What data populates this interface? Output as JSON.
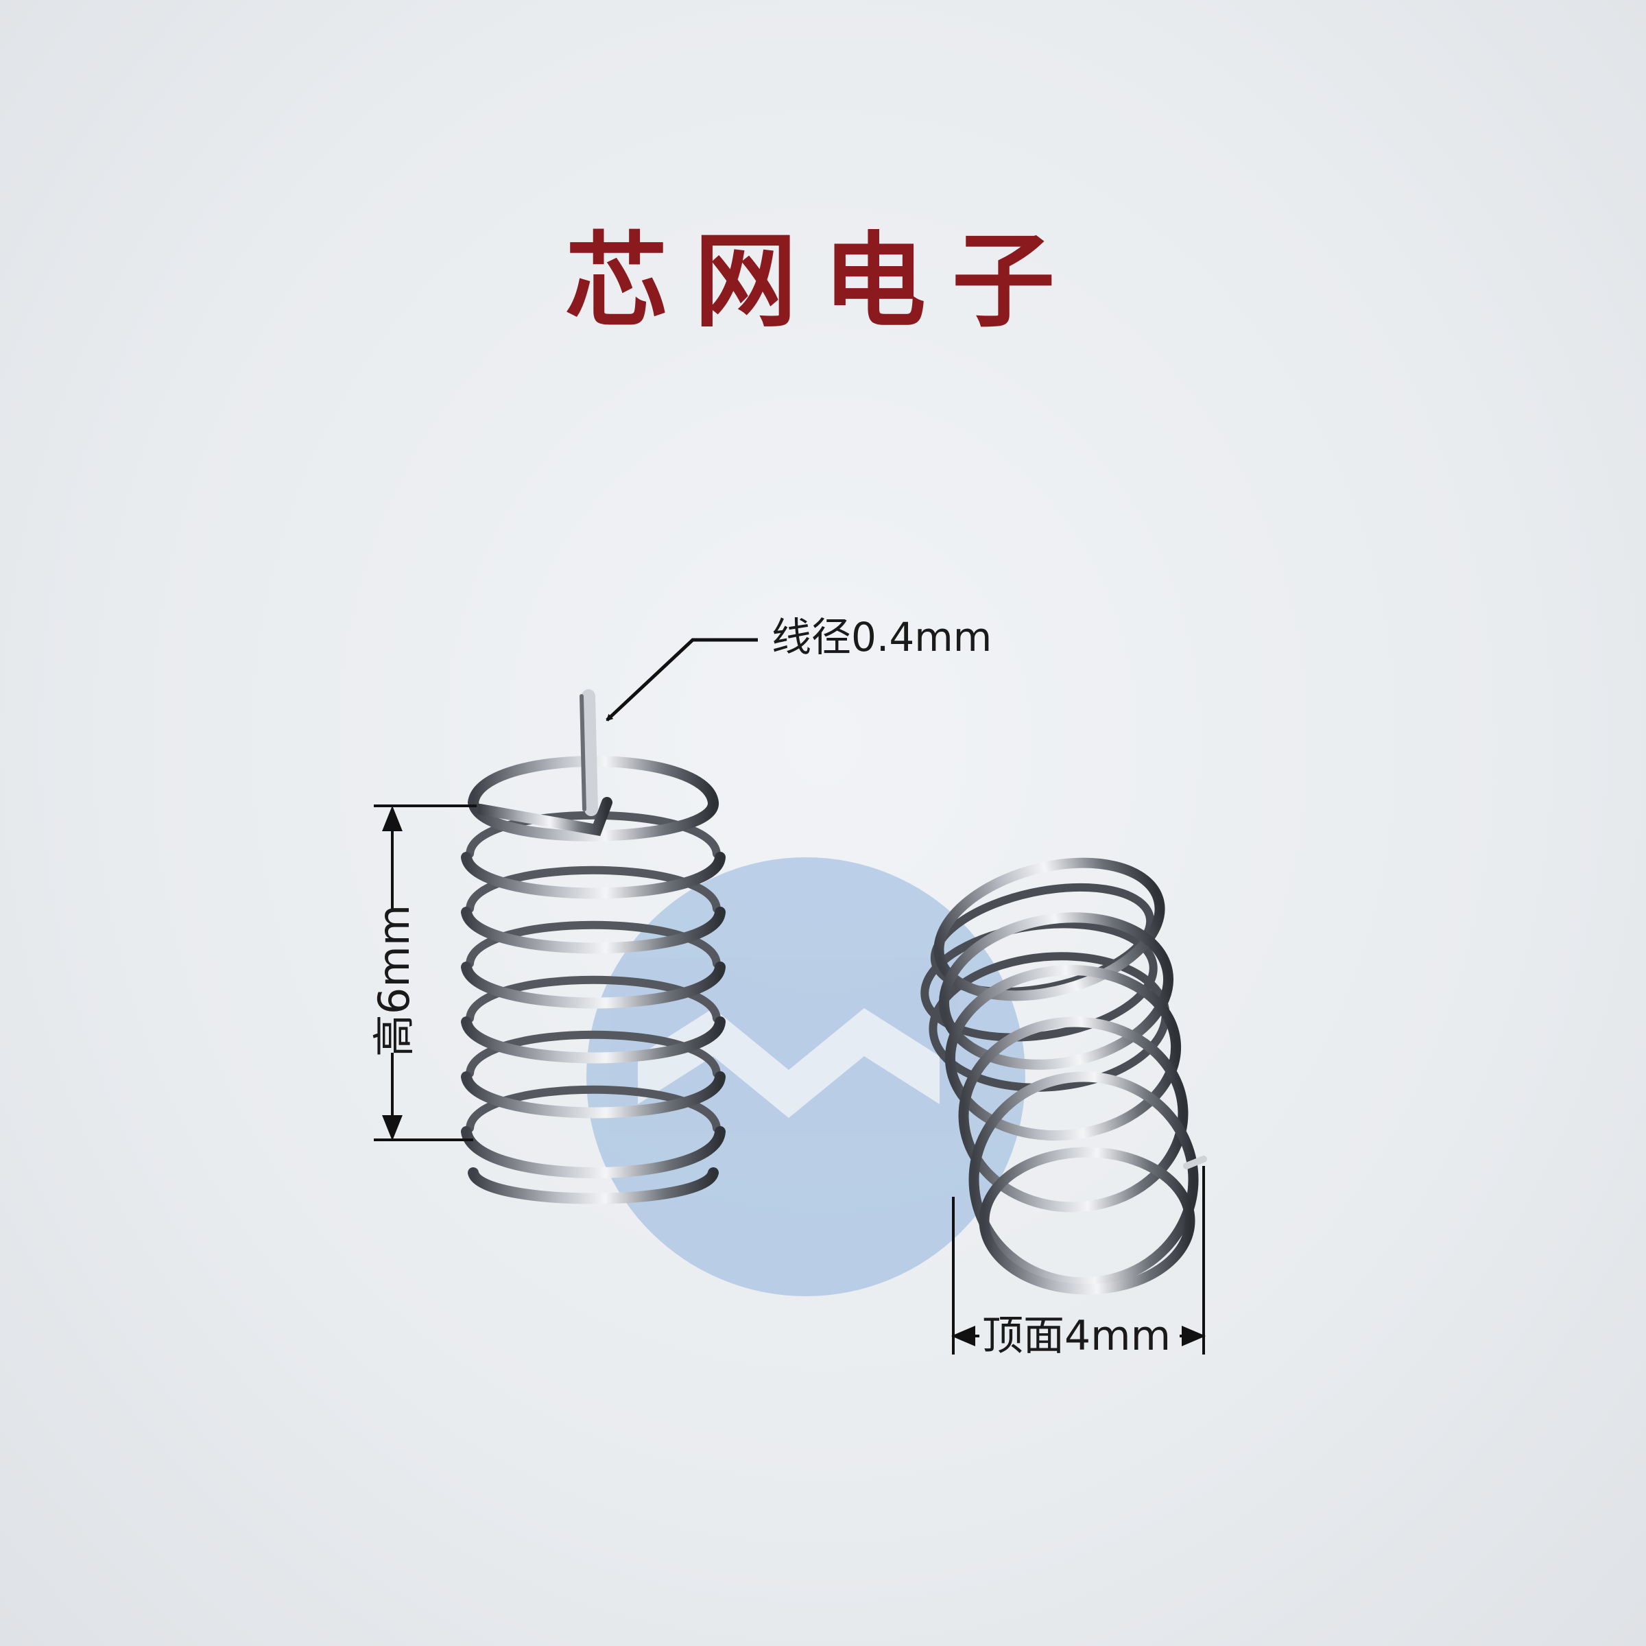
{
  "brand": {
    "title": "芯网电子",
    "color": "#8b1a1f"
  },
  "annotations": {
    "wire_diameter": "线径0.4mm",
    "height": "高6mm",
    "top_diameter": "顶面4mm"
  },
  "watermark": {
    "icon": "brand-logo-icon",
    "color": "#7ba7d6"
  },
  "subject": {
    "items": [
      "spring-upright-icon",
      "spring-tilted-icon"
    ]
  }
}
